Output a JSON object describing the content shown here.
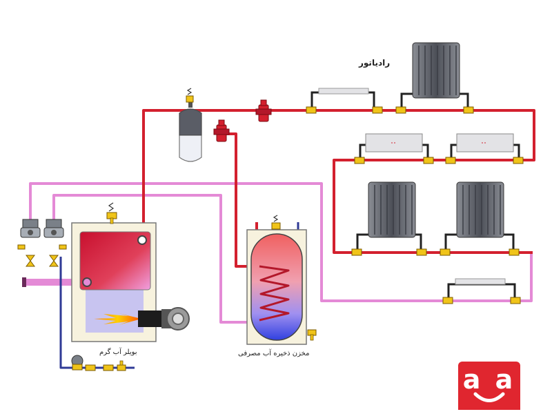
{
  "labels": {
    "radiator": "رادیاتور",
    "boiler": "بویلر آب گرم",
    "tank": "مخزن ذخیره آب مصرفی"
  },
  "logo": {
    "text": "a a",
    "color": "#e0262f"
  },
  "colors": {
    "supply_pipe": "#d3202e",
    "return_pipe": "#e48ad6",
    "cold_water_pipe": "#2f3a96",
    "radiator_body": "#6d7077",
    "panel_radiator": "#e3e3e6",
    "valve": "#f0c419",
    "boiler_hot": "#d8283a",
    "tank_hot": "#f08080",
    "tank_cold": "#5a4ee0"
  }
}
